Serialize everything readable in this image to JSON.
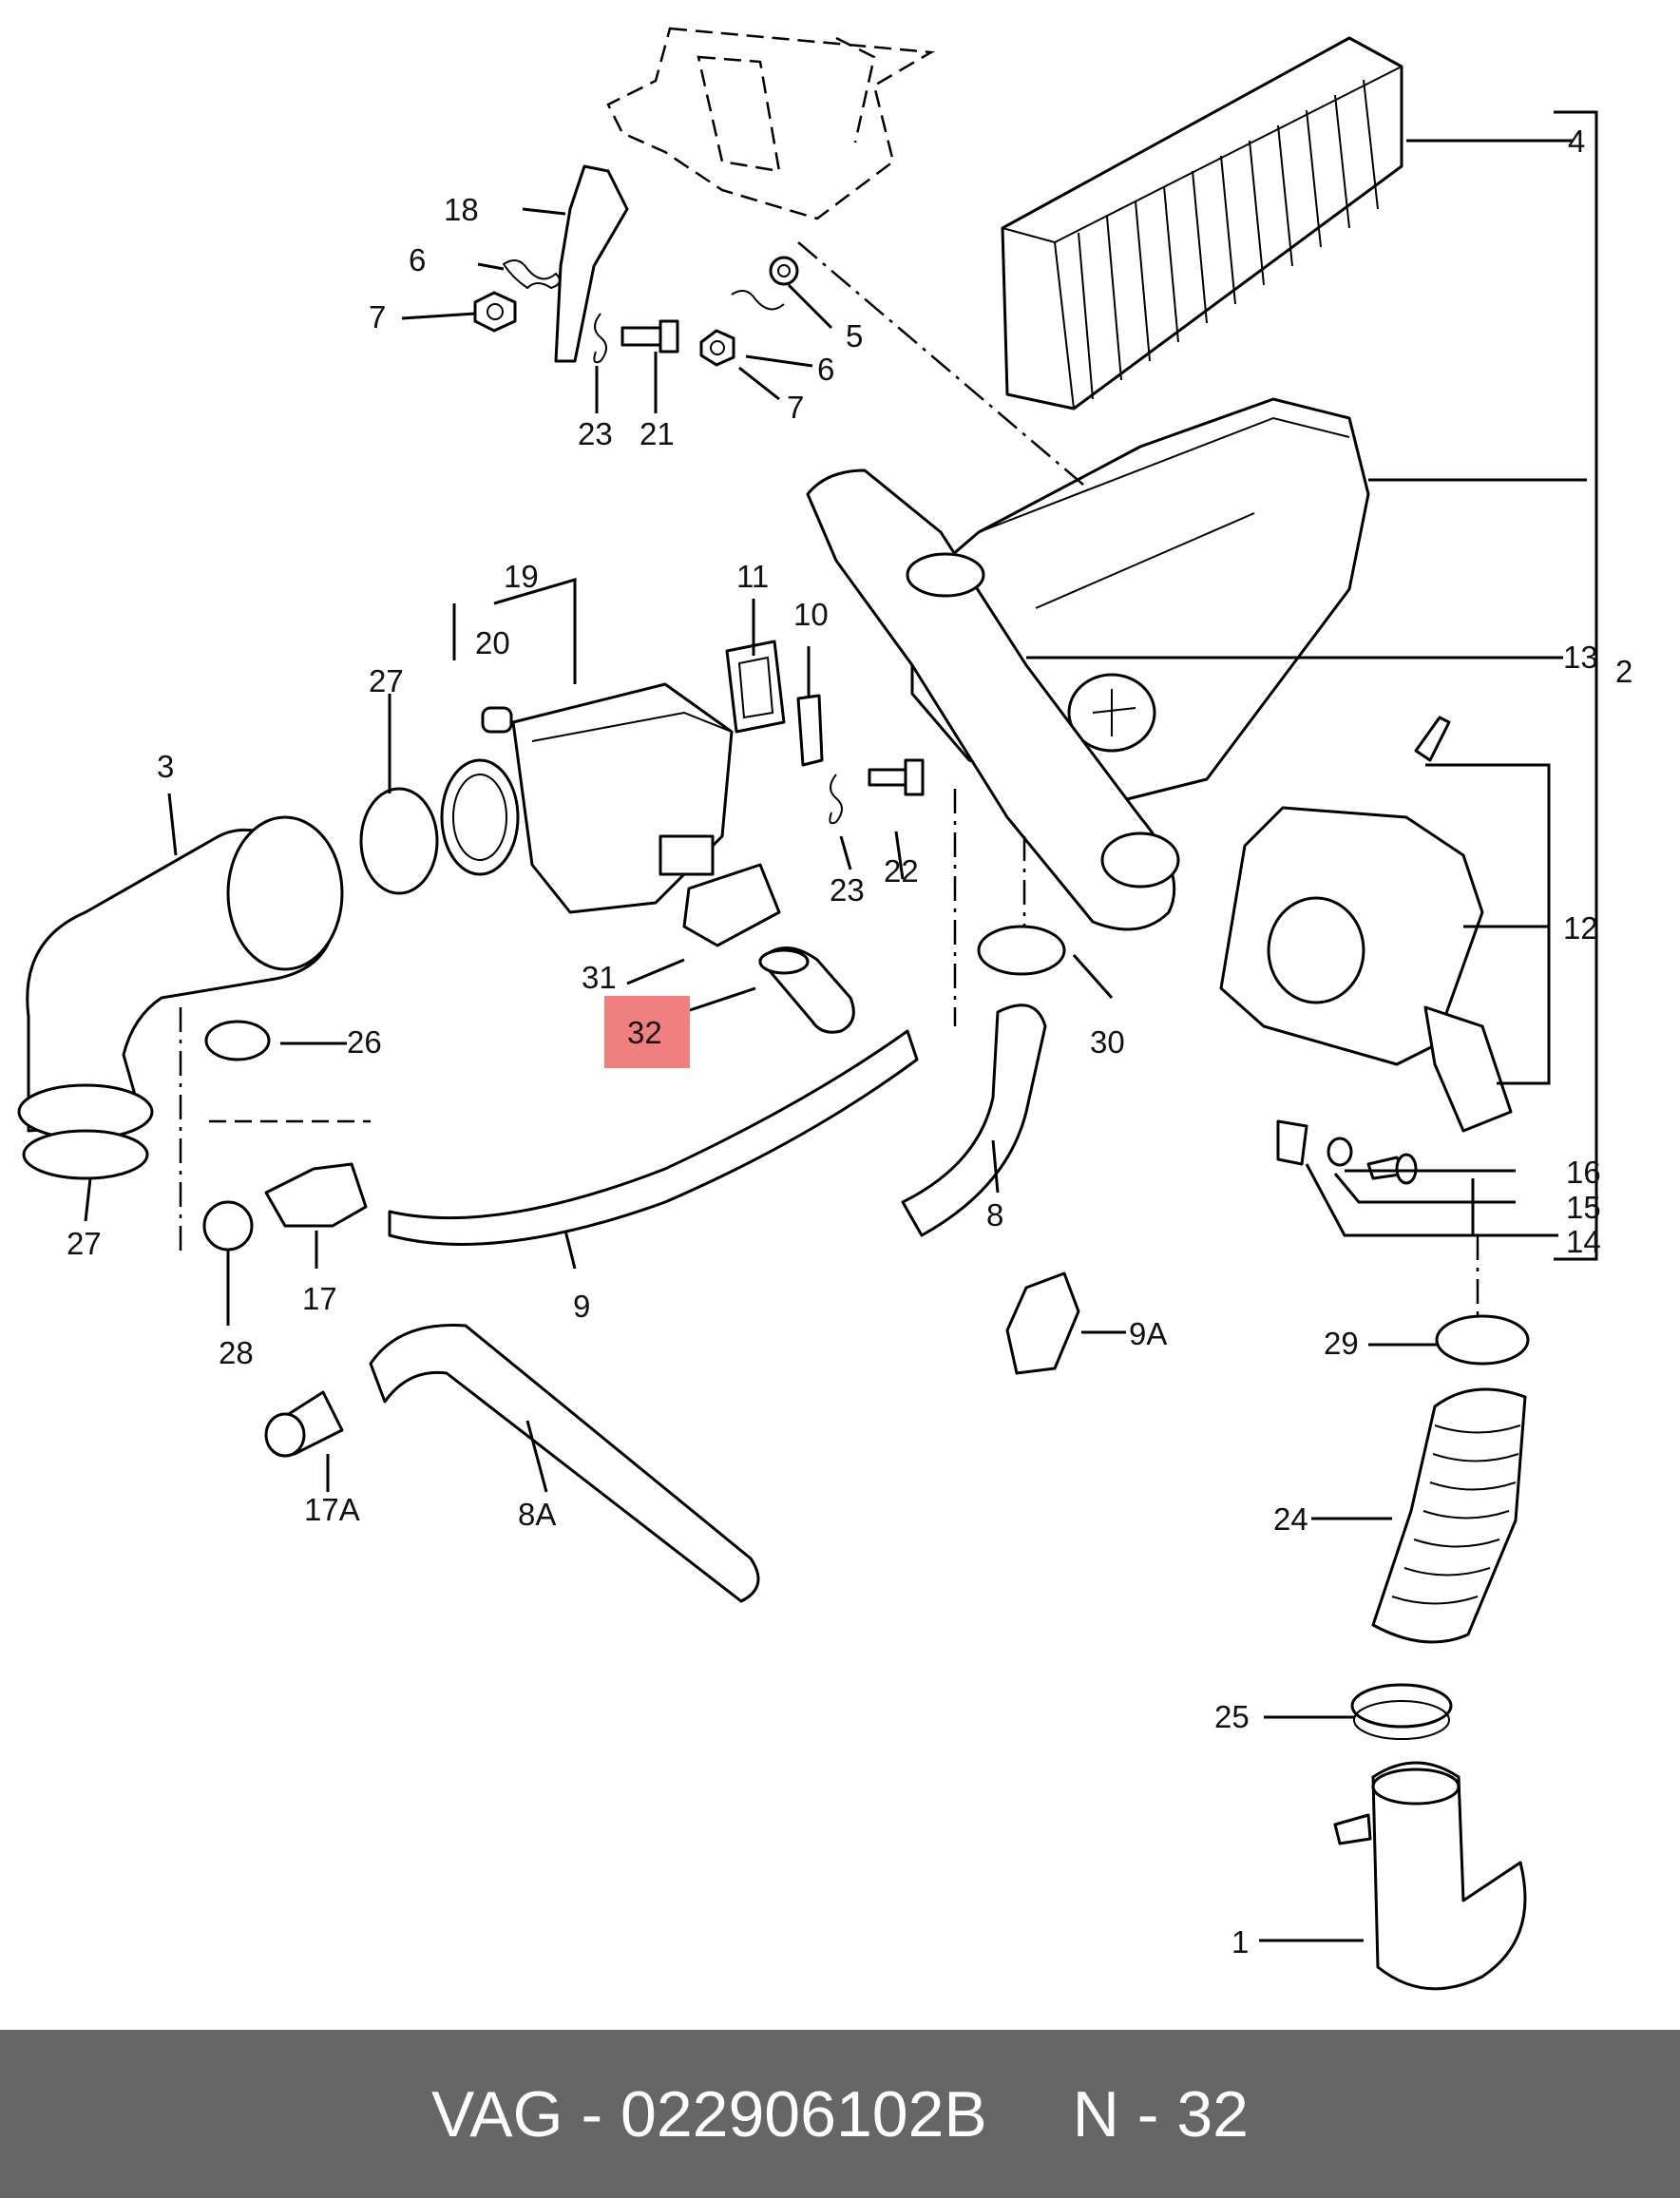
{
  "callouts": {
    "c1": "1",
    "c2": "2",
    "c3": "3",
    "c4": "4",
    "c5": "5",
    "c6a": "6",
    "c6b": "6",
    "c7a": "7",
    "c7b": "7",
    "c8": "8",
    "c8A": "8A",
    "c9": "9",
    "c9A": "9A",
    "c10": "10",
    "c11": "11",
    "c12": "12",
    "c13": "13",
    "c14": "14",
    "c15": "15",
    "c16": "16",
    "c17": "17",
    "c17A": "17A",
    "c18": "18",
    "c19": "19",
    "c20": "20",
    "c21": "21",
    "c22": "22",
    "c23a": "23",
    "c23b": "23",
    "c24": "24",
    "c25": "25",
    "c26": "26",
    "c27a": "27",
    "c27b": "27",
    "c28": "28",
    "c29": "29",
    "c30": "30",
    "c31": "31",
    "c32": "32"
  },
  "highlight": {
    "label": "32",
    "color": "#f08080"
  },
  "footer": {
    "brand": "VAG",
    "part_number": "022906102B",
    "position": "N",
    "position_number": "32",
    "dash": "-"
  },
  "colors": {
    "footer_bg": "#666666",
    "footer_text": "#ffffff",
    "line": "#000000"
  }
}
